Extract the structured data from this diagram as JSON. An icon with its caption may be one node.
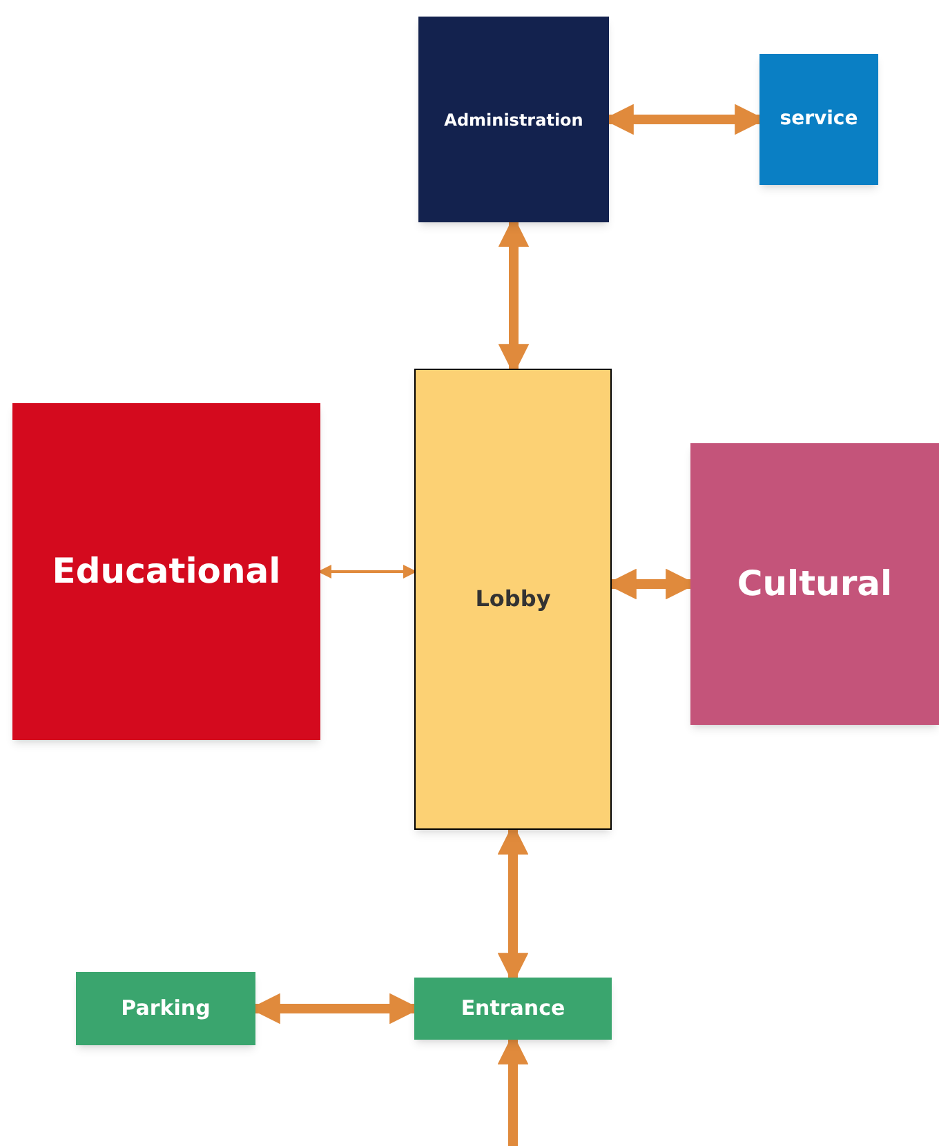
{
  "diagram": {
    "nodes": [
      {
        "text": [
          "Administration"
        ]
      },
      {
        "text": [
          "service"
        ]
      },
      {
        "text": [
          "Educational"
        ]
      },
      {
        "text": [
          "Lobby"
        ]
      },
      {
        "text": [
          "Cultural"
        ]
      },
      {
        "text": [
          "Parking"
        ]
      },
      {
        "text": [
          "Entrance"
        ]
      }
    ],
    "edges": [
      {
        "from": 0,
        "to": 1,
        "arrow": "both"
      },
      {
        "from": 0,
        "to": 3,
        "arrow": "both"
      },
      {
        "from": 2,
        "to": 3,
        "arrow": "both"
      },
      {
        "from": 3,
        "to": 4,
        "arrow": "both"
      },
      {
        "from": 3,
        "to": 6,
        "arrow": "both"
      },
      {
        "from": 5,
        "to": 6,
        "arrow": "both"
      },
      {
        "from": null,
        "to": 6,
        "arrow": "to"
      }
    ]
  }
}
